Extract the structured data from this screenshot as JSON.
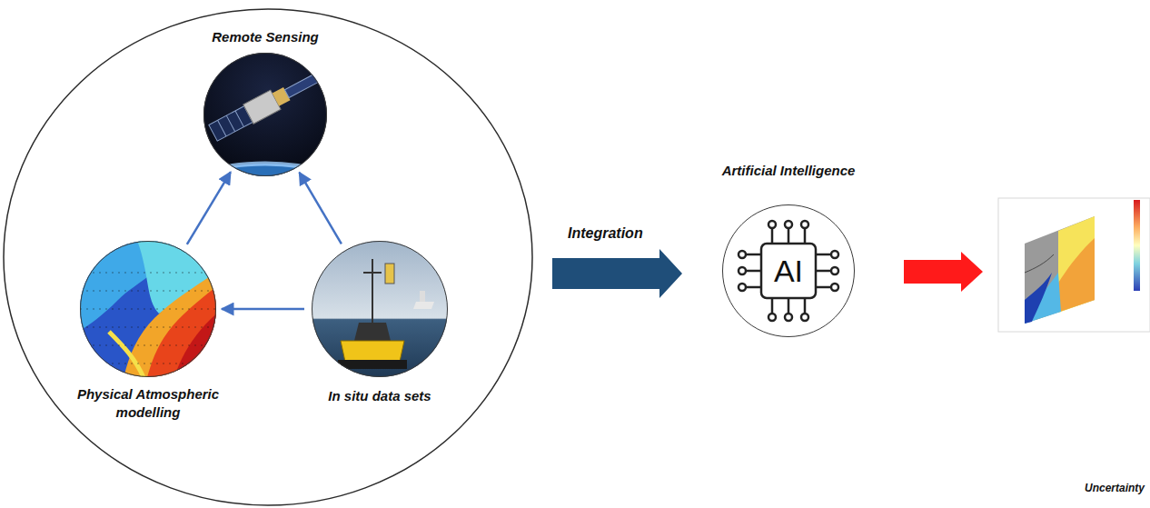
{
  "diagram": {
    "nodes": [
      {
        "text": [
          "Remote Sensing"
        ]
      },
      {
        "text": [
          "Physical Atmospheric modelling"
        ]
      },
      {
        "text": [
          "In situ data sets"
        ]
      },
      {
        "text": [
          "Artificial Intelligence",
          "AI"
        ]
      }
    ],
    "edges": [
      {
        "from": 1,
        "to": 0,
        "arrow": "to"
      },
      {
        "from": 2,
        "to": 0,
        "arrow": "to"
      },
      {
        "from": 2,
        "to": 1,
        "arrow": "to"
      }
    ],
    "labels": [
      "Integration",
      "Uncertainty"
    ]
  }
}
